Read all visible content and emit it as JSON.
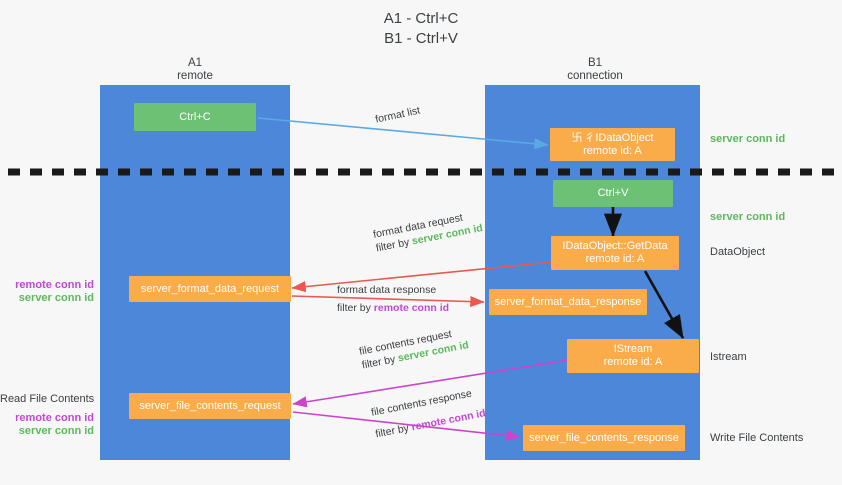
{
  "title": {
    "line1": "A1 - Ctrl+C",
    "line2": "B1 - Ctrl+V"
  },
  "lanes": [
    {
      "id": "a1",
      "name": "A1",
      "role": "remote"
    },
    {
      "id": "b1",
      "name": "B1",
      "role": "connection"
    }
  ],
  "nodes": {
    "ctrl_c": {
      "label": "Ctrl+C"
    },
    "ctrl_v": {
      "label": "Ctrl+V"
    },
    "idataobject": {
      "label": "卐 彳IDataObject",
      "sub": "remote id: A"
    },
    "getdata": {
      "label": "IDataObject::GetData",
      "sub": "remote id: A"
    },
    "istream": {
      "label": "IStream",
      "sub": "remote id: A"
    },
    "fmt_req": {
      "label": "server_format_data_request"
    },
    "fmt_res": {
      "label": "server_format_data_response"
    },
    "file_req": {
      "label": "server_file_contents_request"
    },
    "file_res": {
      "label": "server_file_contents_response"
    }
  },
  "edges": [
    {
      "id": "format-list",
      "label": "format list"
    },
    {
      "id": "format-data-request",
      "label": "format data request",
      "filter_prefix": "filter by ",
      "filter_value": "server conn id",
      "filter_kind": "server"
    },
    {
      "id": "format-data-response",
      "label": "format data response",
      "filter_prefix": "filter by ",
      "filter_value": "remote conn id",
      "filter_kind": "remote"
    },
    {
      "id": "file-contents-request",
      "label": "file contents request",
      "filter_prefix": "filter by ",
      "filter_value": "server conn id",
      "filter_kind": "server"
    },
    {
      "id": "file-contents-response",
      "label": "file contents response",
      "filter_prefix": "filter by ",
      "filter_value": "remote conn id",
      "filter_kind": "remote"
    }
  ],
  "annotations": {
    "right_server_conn_top": "server conn id",
    "right_server_conn_mid": "server conn id",
    "right_dataobject": "DataObject",
    "right_istream": "Istream",
    "right_write_file": "Write File Contents",
    "left_remote_conn_1": "remote conn id",
    "left_server_conn_1": "server conn id",
    "left_read_file": "Read File Contents",
    "left_remote_conn_2": "remote conn id",
    "left_server_conn_2": "server conn id"
  },
  "colors": {
    "lane": "#4d87d9",
    "green_node": "#6cc174",
    "orange_node": "#f9ac49",
    "server_conn": "#5cb85c",
    "remote_conn": "#c248d4",
    "arrow_format_list": "#5aa9e6",
    "arrow_format_data": "#e8594f",
    "arrow_file_contents": "#cc44cc",
    "arrow_internal": "#000000",
    "divider": "#1a1a1a",
    "background": "#f7f7f7"
  }
}
